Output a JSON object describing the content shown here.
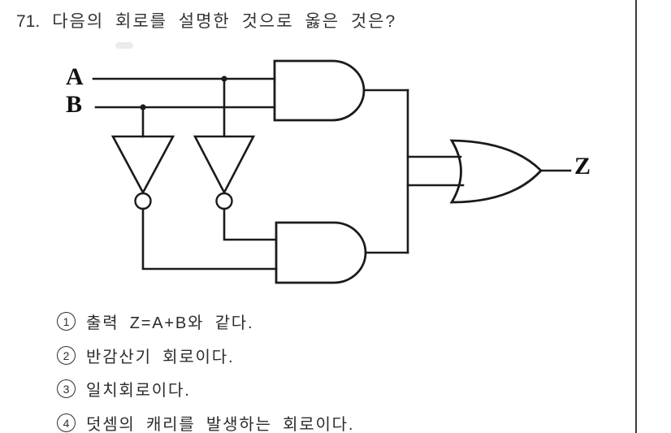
{
  "page": {
    "background": "#ffffff",
    "right_border_color": "#3a3a3a"
  },
  "question": {
    "number": "71.",
    "text": "다음의 회로를 설명한 것으로 옳은 것은?"
  },
  "circuit": {
    "line_color": "#1b1b1b",
    "labels": {
      "input_a": "A",
      "input_b": "B",
      "output_z": "Z"
    }
  },
  "options": [
    {
      "marker": "1",
      "text": "출력 Z=A+B와 같다."
    },
    {
      "marker": "2",
      "text": "반감산기 회로이다."
    },
    {
      "marker": "3",
      "text": "일치회로이다."
    },
    {
      "marker": "4",
      "text": "덧셈의 캐리를 발생하는 회로이다."
    }
  ]
}
